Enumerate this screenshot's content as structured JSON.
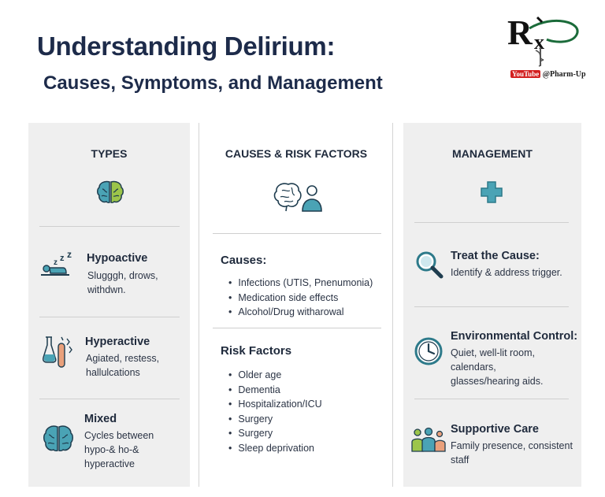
{
  "header": {
    "title": "Understanding Delirium:",
    "subtitle": "Causes, Symptoms, and Management"
  },
  "logo": {
    "mark": "Rx",
    "youtube": "YouTube",
    "handle": "@Pharm-Up"
  },
  "types": {
    "heading": "TYPES",
    "items": [
      {
        "icon": "sleeping-person-icon",
        "title": "Hypoactive",
        "desc": [
          "Slugggh, drows,",
          "withdwn."
        ]
      },
      {
        "icon": "flask-tremor-icon",
        "title": "Hyperactive",
        "desc": [
          "Agiated, restess,",
          "hallulcations"
        ]
      },
      {
        "icon": "brain-icon",
        "title": "Mixed",
        "desc": [
          "Cycles between",
          "hypo-& ho-&",
          "hyperactive"
        ]
      }
    ]
  },
  "causes": {
    "heading": "CAUSES & RISK FACTORS",
    "causes_title": "Causes:",
    "causes_list": [
      "Infections (UTIS, Pnenumonia)",
      "Medication side effects",
      "Alcohol/Drug witharowal"
    ],
    "risk_title": "Risk Factors",
    "risk_list": [
      "Older age",
      "Dementia",
      "Hospitalization/ICU",
      "Surgery",
      "Surgery",
      "Sleep deprivation"
    ]
  },
  "management": {
    "heading": "MANAGEMENT",
    "items": [
      {
        "icon": "magnifier-icon",
        "title": "Treat the Cause:",
        "desc": [
          "Identify & address trigger."
        ]
      },
      {
        "icon": "clock-icon",
        "title": "Environmental Control:",
        "desc": [
          "Quiet, well-lit room, calendars,",
          "glasses/hearing aids."
        ]
      },
      {
        "icon": "family-icon",
        "title": "Supportive Care",
        "desc": [
          "Family presence, consistent staff"
        ]
      }
    ]
  },
  "colors": {
    "navy": "#1d2b4a",
    "teal": "#3a8fa0",
    "green": "#8dbf3f",
    "panel": "#efefef"
  }
}
